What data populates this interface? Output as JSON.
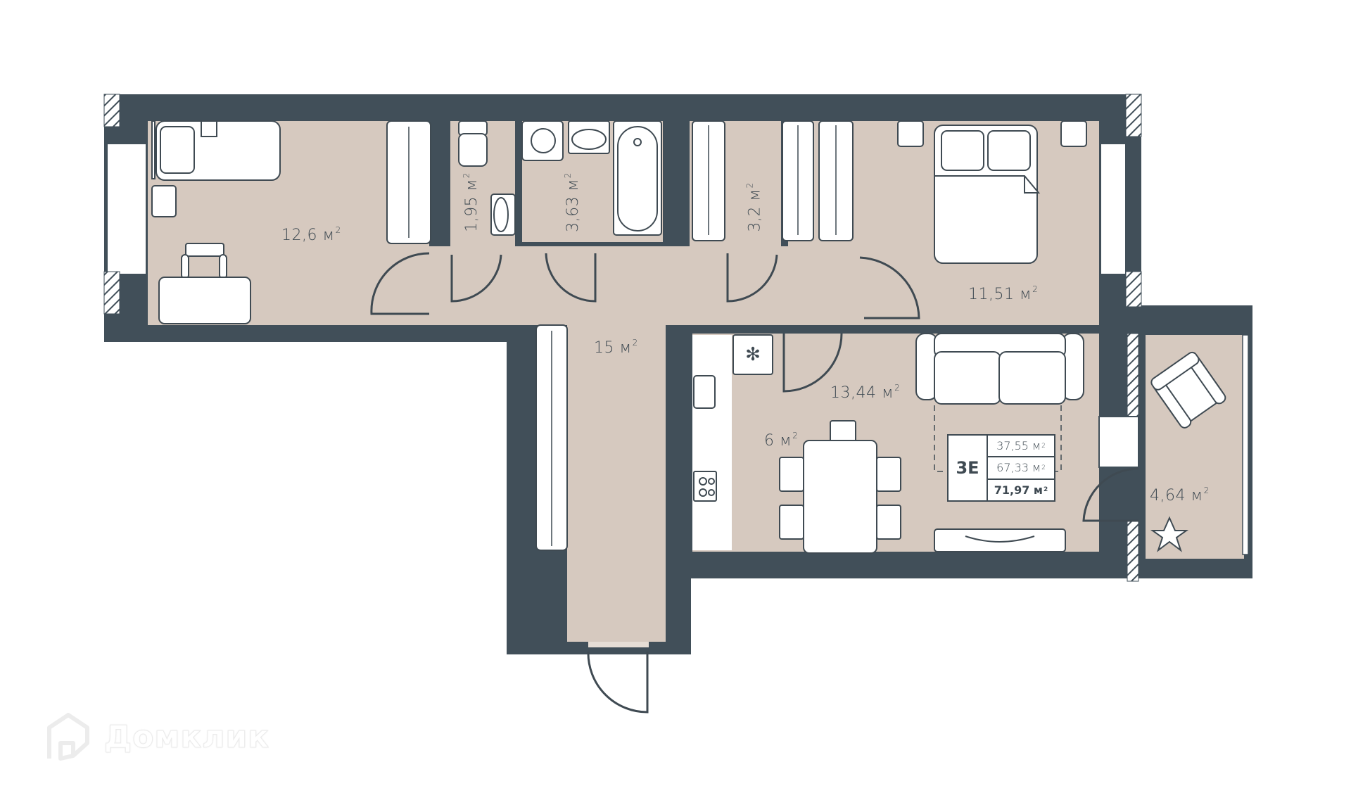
{
  "plan": {
    "colors": {
      "wall": "#414f59",
      "floor": "#d6c9bf",
      "furniture": "#ffffff",
      "line": "#3f4a52"
    },
    "rooms": [
      {
        "id": "bedroom-1",
        "area": "12,6",
        "unit": "м",
        "exp": "2"
      },
      {
        "id": "toilet",
        "area": "1,95",
        "unit": "м",
        "exp": "2"
      },
      {
        "id": "bathroom",
        "area": "3,63",
        "unit": "м",
        "exp": "2"
      },
      {
        "id": "wardrobe",
        "area": "3,2",
        "unit": "м",
        "exp": "2"
      },
      {
        "id": "bedroom-2",
        "area": "11,51",
        "unit": "м",
        "exp": "2"
      },
      {
        "id": "hallway",
        "area": "15",
        "unit": "м",
        "exp": "2"
      },
      {
        "id": "living-room",
        "area": "13,44",
        "unit": "м",
        "exp": "2"
      },
      {
        "id": "kitchen",
        "area": "6",
        "unit": "м",
        "exp": "2"
      },
      {
        "id": "balcony",
        "area": "4,64",
        "unit": "м",
        "exp": "2"
      }
    ],
    "summary": {
      "code": "3E",
      "living_area": "37,55 м",
      "total_area": "67,33 м",
      "total_with_balcony": "71,97 м",
      "exp": "2"
    }
  },
  "logo": {
    "text": "Домклик",
    "icon": "house-logo-icon"
  }
}
